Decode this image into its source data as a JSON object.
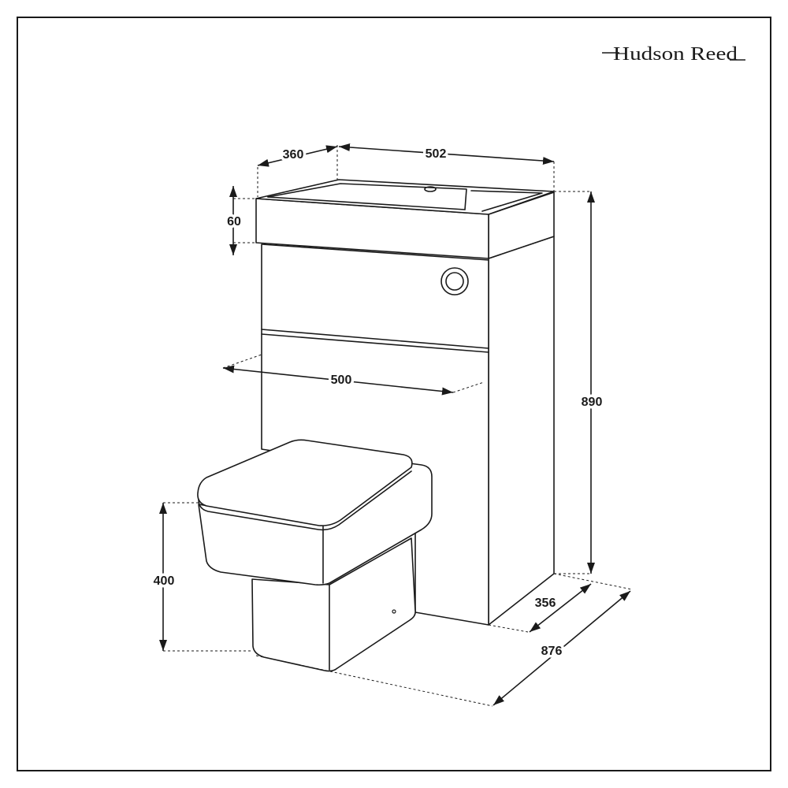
{
  "brand": {
    "name": "Hudson Reed"
  },
  "dimensions": {
    "basin_depth": "360",
    "basin_width": "502",
    "basin_thickness": "60",
    "overall_height": "890",
    "cabinet_width": "500",
    "pan_height": "400",
    "cabinet_depth": "356",
    "overall_depth": "876"
  },
  "colors": {
    "line": "#1a1a1a",
    "background": "#ffffff"
  }
}
